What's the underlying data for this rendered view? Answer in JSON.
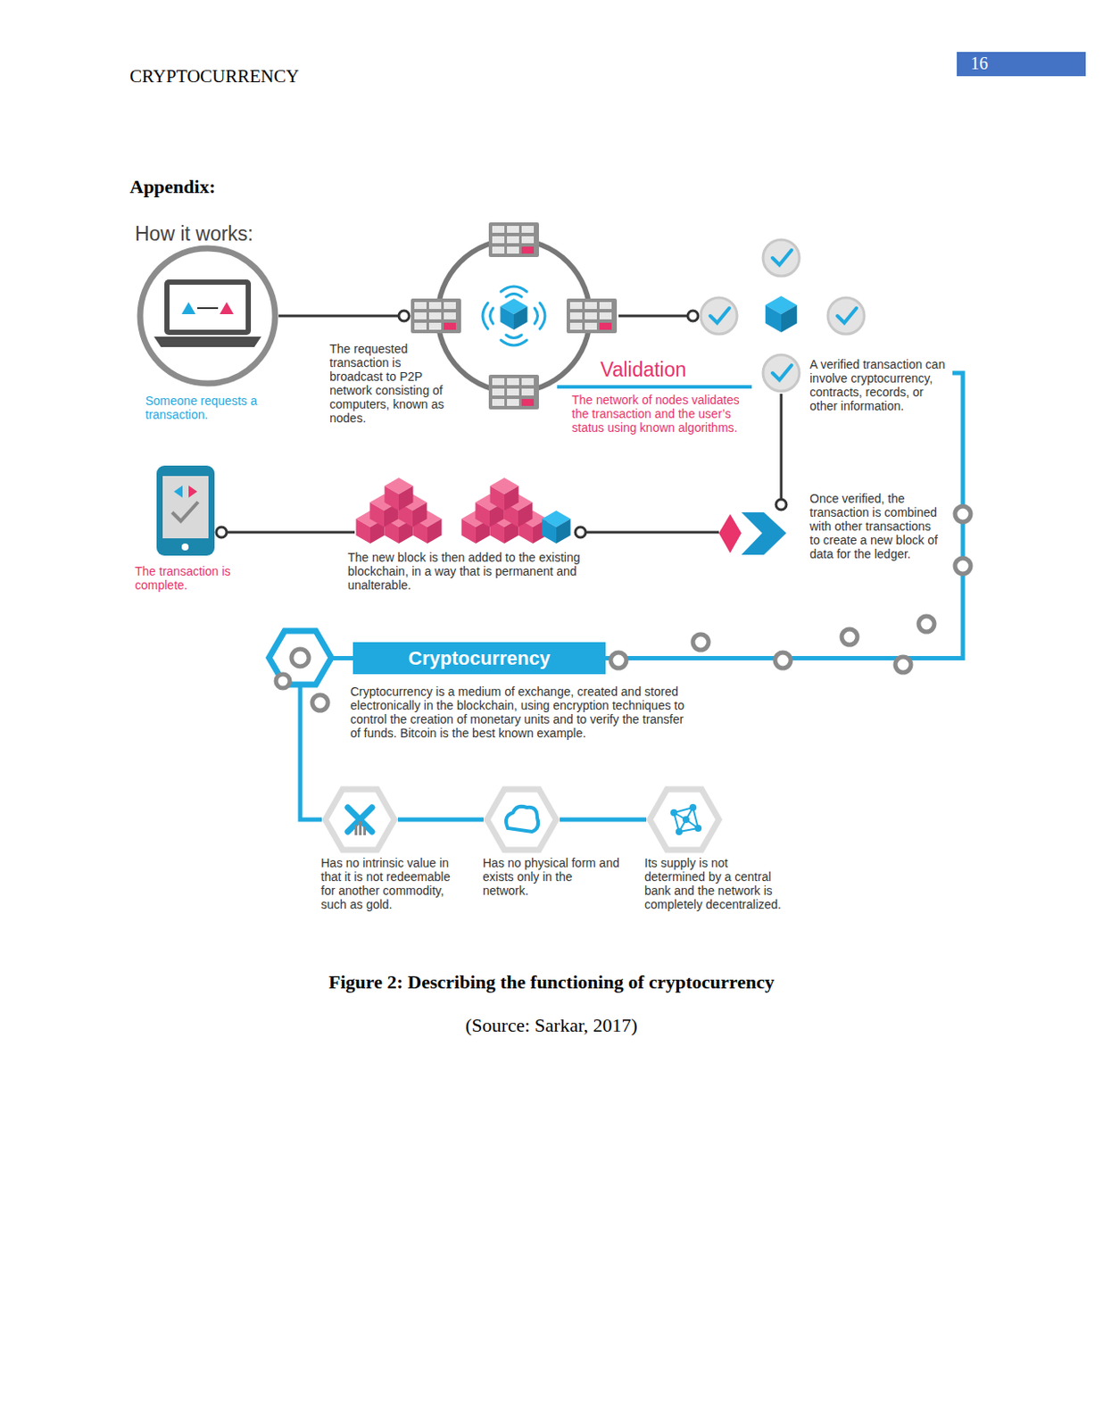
{
  "diagram": {
    "title": "How it works:",
    "caption": "Figure 2: Describing the functioning of cryptocurrency",
    "nodes": [
      {
        "text": [
          "Someone requests a transaction."
        ]
      },
      {
        "text": [
          "The requested transaction is broadcast to P2P network consisting of computers, known as nodes."
        ]
      },
      {
        "text": [
          "Validation",
          "The network of nodes validates the transaction and the user’s status using known algorithms."
        ]
      },
      {
        "text": [
          "A verified transaction can involve cryptocurrency, contracts, records, or other information."
        ]
      },
      {
        "text": [
          "Once verified, the transaction is combined with other transactions to create a new block of data for the ledger."
        ]
      },
      {
        "text": [
          "The new block is then added to the existing blockchain, in a way that is permanent and unalterable."
        ]
      },
      {
        "text": [
          "The transaction is complete."
        ]
      },
      {
        "text": [
          "Cryptocurrency",
          "Cryptocurrency is a medium of exchange, created and stored electronically in the blockchain, using encryption techniques to control the creation of monetary units and to verify the transfer of funds. Bitcoin is the best known example."
        ]
      },
      {
        "text": [
          "Has no intrinsic value in that it is not redeemable for another commodity, such as gold."
        ]
      },
      {
        "text": [
          "Has no physical form and exists only in the network."
        ]
      },
      {
        "text": [
          "Its supply is not determined by a central bank and the network is completely decentralized."
        ]
      }
    ],
    "edges": [
      {
        "from": 0,
        "to": 1,
        "arrow": "none"
      },
      {
        "from": 1,
        "to": 2,
        "arrow": "none"
      },
      {
        "from": 3,
        "to": 4,
        "arrow": "none"
      },
      {
        "from": 4,
        "to": 5,
        "arrow": "none"
      },
      {
        "from": 5,
        "to": 6,
        "arrow": "none"
      },
      {
        "from": 3,
        "to": 7,
        "arrow": "none"
      },
      {
        "from": 7,
        "to": 8,
        "arrow": "none"
      },
      {
        "from": 8,
        "to": 9,
        "arrow": "none"
      },
      {
        "from": 9,
        "to": 10,
        "arrow": "none"
      }
    ],
    "labels": [
      "CRYPTOCURRENCY",
      "16",
      "Appendix:",
      "(Source: Sarkar, 2017)"
    ]
  }
}
